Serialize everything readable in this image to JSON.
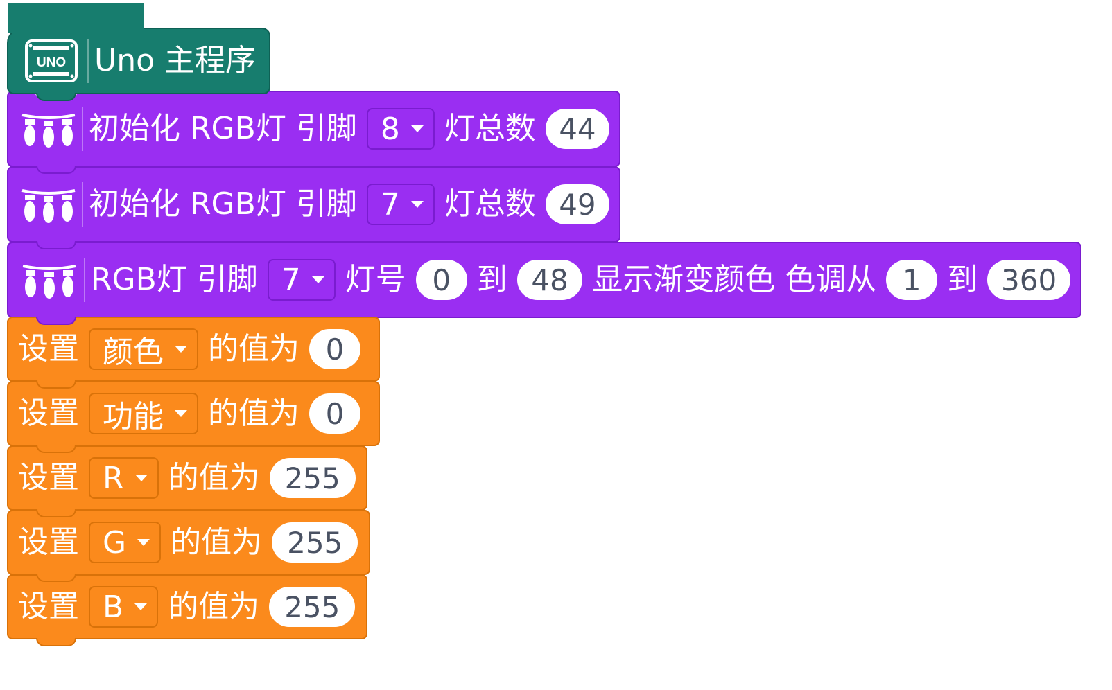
{
  "hat": {
    "badge": "UNO",
    "title": "Uno 主程序"
  },
  "rgb_init": [
    {
      "label": "初始化 RGB灯 引脚",
      "pin": "8",
      "count_label": "灯总数",
      "count": "44"
    },
    {
      "label": "初始化 RGB灯 引脚",
      "pin": "7",
      "count_label": "灯总数",
      "count": "49"
    }
  ],
  "rgb_gradient": {
    "label": "RGB灯 引脚",
    "pin": "7",
    "from_label": "灯号",
    "from": "0",
    "to_label": "到",
    "to": "48",
    "mid_label": "显示渐变颜色 色调从",
    "hue_from": "1",
    "hue_to_label": "到",
    "hue_to": "360"
  },
  "set_vars": [
    {
      "set_label": "设置",
      "var": "颜色",
      "value_label": "的值为",
      "value": "0"
    },
    {
      "set_label": "设置",
      "var": "功能",
      "value_label": "的值为",
      "value": "0"
    },
    {
      "set_label": "设置",
      "var": "R",
      "value_label": "的值为",
      "value": "255"
    },
    {
      "set_label": "设置",
      "var": "G",
      "value_label": "的值为",
      "value": "255"
    },
    {
      "set_label": "设置",
      "var": "B",
      "value_label": "的值为",
      "value": "255"
    }
  ],
  "colors": {
    "hat": "#177d6e",
    "purple": "#9a2ef2",
    "orange": "#fb8a1c"
  },
  "icons": {
    "hat": "uno-board-icon",
    "rgb": "led-strip-icon"
  }
}
